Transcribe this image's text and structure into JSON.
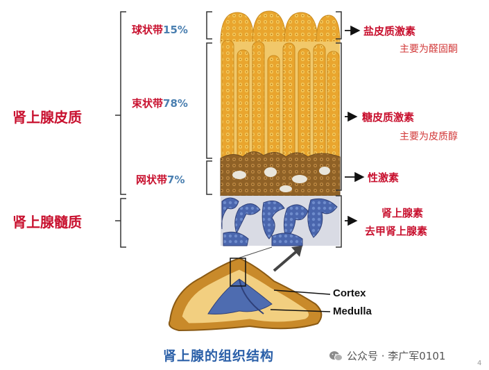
{
  "zones": {
    "glomerulosa": {
      "name": "球状带",
      "percent": "15%"
    },
    "fasciculata": {
      "name": "束状带",
      "percent": "78%"
    },
    "reticularis": {
      "name": "网状带",
      "percent": "7%"
    }
  },
  "regions": {
    "cortex": "肾上腺皮质",
    "medulla": "肾上腺髓质"
  },
  "hormones": {
    "mineralocorticoid": "盐皮质激素",
    "mineralocorticoid_sub": "主要为醛固酮",
    "glucocorticoid": "糖皮质激素",
    "glucocorticoid_sub": "主要为皮质醇",
    "sex": "性激素",
    "medulla_1": "肾上腺素",
    "medulla_2": "去甲肾上腺素"
  },
  "structure_labels": {
    "cortex": "Cortex",
    "medulla": "Medulla"
  },
  "caption": "肾上腺的组织结构",
  "watermark": "公众号 · 李广军0101",
  "page_number": "4",
  "colors": {
    "label_red": "#c8102e",
    "percent_blue": "#4a7fb0",
    "cortex_gold": "#e8a02a",
    "reticularis_brown": "#9a6a28",
    "medulla_blue": "#4e6cb0",
    "caption_blue": "#2a5fa8"
  }
}
